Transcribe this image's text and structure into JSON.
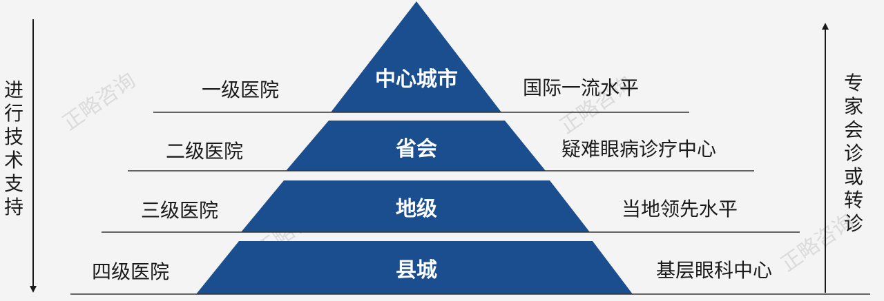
{
  "levels": [
    {
      "tier": "中心城市",
      "hospital": "一级医院",
      "capability": "国际一流水平"
    },
    {
      "tier": "省会",
      "hospital": "二级医院",
      "capability": "疑难眼病诊疗中心"
    },
    {
      "tier": "地级",
      "hospital": "三级医院",
      "capability": "当地领先水平"
    },
    {
      "tier": "县城",
      "hospital": "四级医院",
      "capability": "基层眼科中心"
    }
  ],
  "left_axis_label": "进行技术支持",
  "right_axis_label": "专家会诊或转诊",
  "watermark": "正略咨询",
  "colors": {
    "pyramid": "#1b4e8f",
    "line": "#333333",
    "text": "#1a1a1a",
    "background": "#f4f4f4"
  }
}
